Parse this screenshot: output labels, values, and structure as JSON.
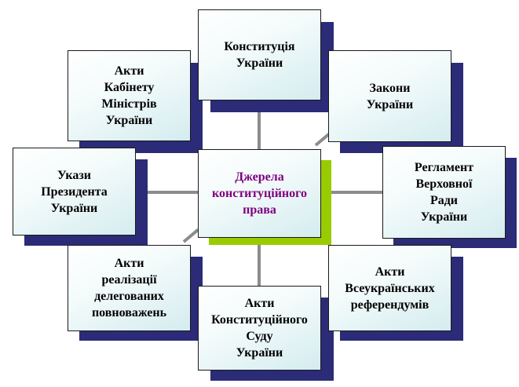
{
  "diagram": {
    "center": {
      "label": "Джерела\nконституційного\nправа",
      "text_color": "#800080",
      "shadow_color": "#99cc00"
    },
    "box_shadow_color": "#2b2b78",
    "connector_color": "#8c8c8c",
    "sources": [
      {
        "id": "constitution",
        "label": "Конституція\nУкраїни"
      },
      {
        "id": "laws",
        "label": "Закони\nУкраїни"
      },
      {
        "id": "cabinet-acts",
        "label": "Акти\nКабінету\nМіністрів\nУкраїни"
      },
      {
        "id": "president-decrees",
        "label": "Укази\nПрезидента\nУкраїни"
      },
      {
        "id": "rada-regulations",
        "label": "Регламент\nВерховної\nРади\nУкраїни"
      },
      {
        "id": "delegated-powers-acts",
        "label": "Акти\nреалізації\nделегованих\nповноважень"
      },
      {
        "id": "referendum-acts",
        "label": "Акти\nВсеукраїнських\nреферендумів"
      },
      {
        "id": "constitutional-court-acts",
        "label": "Акти\nКонституційного\nСуду\nУкраїни"
      }
    ]
  }
}
